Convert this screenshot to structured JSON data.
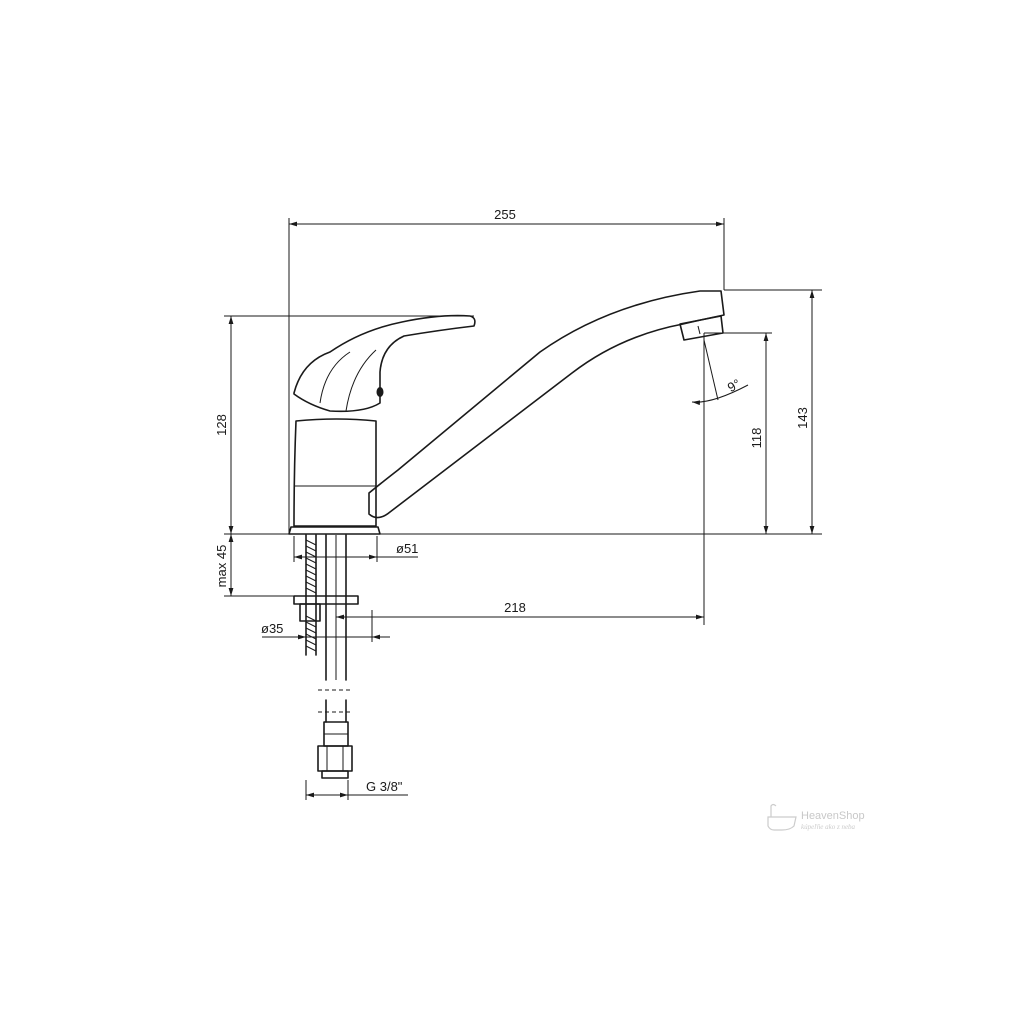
{
  "dimensions": {
    "overall_length": "255",
    "overall_height": "143",
    "body_height": "128",
    "spout_clearance": "118",
    "spout_reach": "218",
    "base_diameter": "ø51",
    "mount_diameter": "ø35",
    "max_counter_thickness": "max 45",
    "connection_thread": "G 3/8\"",
    "swivel_angle": "9°"
  },
  "watermark": {
    "brand": "HeavenShop",
    "tagline": "kúpeľňe ako z neba"
  }
}
